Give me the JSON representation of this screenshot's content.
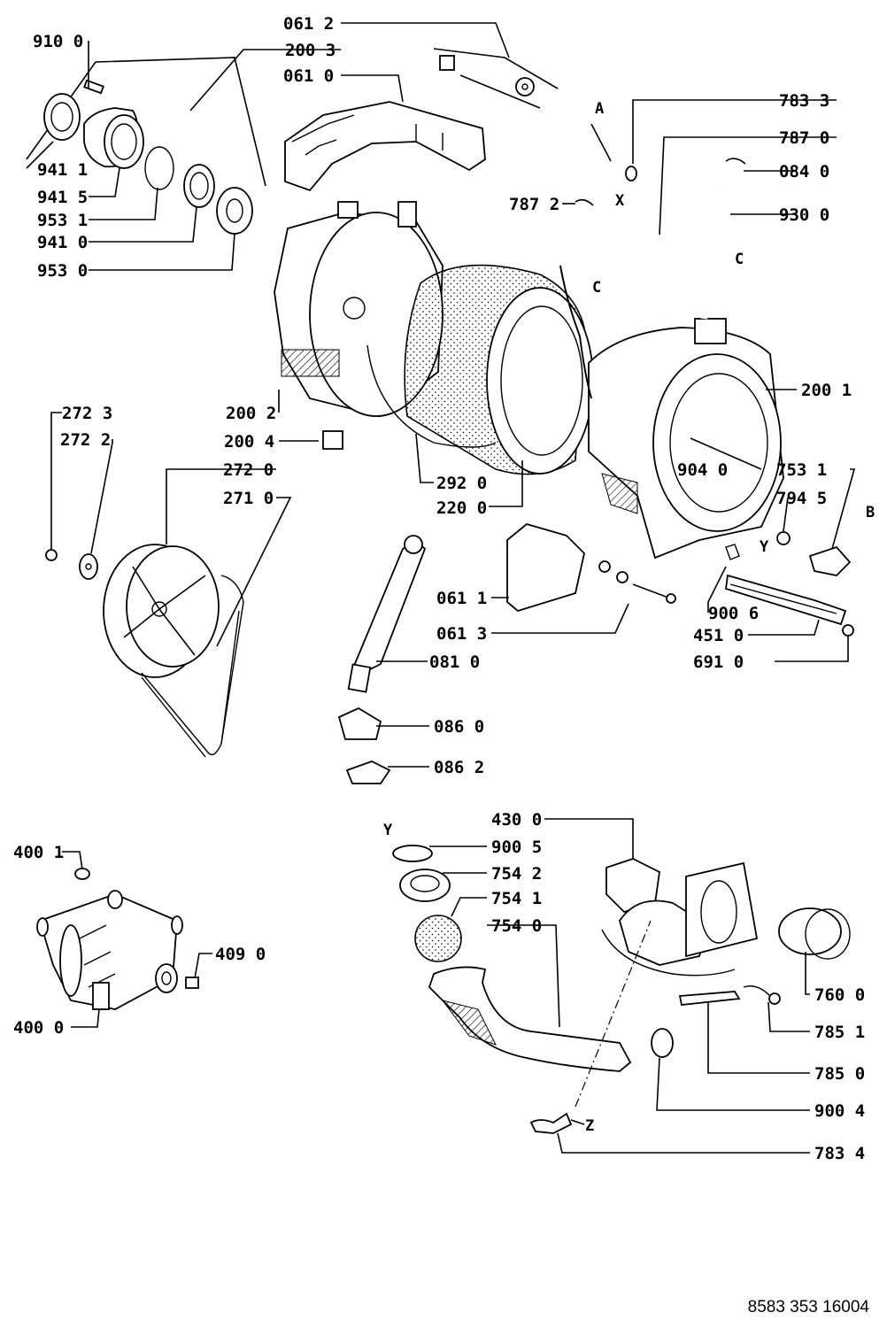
{
  "document_number": "8583 353 16004",
  "part_labels": {
    "p0612": "061 2",
    "p9100": "910 0",
    "p2003": "200 3",
    "p0610": "061 0",
    "p7833": "783 3",
    "p7870": "787 0",
    "p0840": "084 0",
    "p9411": "941 1",
    "p9415": "941 5",
    "p9531": "953 1",
    "p9410": "941 0",
    "p9530": "953 0",
    "p7872": "787 2",
    "p9300": "930 0",
    "p2001": "200 1",
    "p2723": "272 3",
    "p2722": "272 2",
    "p2002": "200 2",
    "p2004": "200 4",
    "p2720": "272 0",
    "p2710": "271 0",
    "p9040": "904 0",
    "p7531": "753 1",
    "p7945": "794 5",
    "p2920": "292 0",
    "p2200": "220 0",
    "p0611": "061 1",
    "p0613": "061 3",
    "p9006": "900 6",
    "p4510": "451 0",
    "p6910": "691 0",
    "p0810": "081 0",
    "p0860": "086 0",
    "p0862": "086 2",
    "p4300": "430 0",
    "p9005": "900 5",
    "p7542": "754 2",
    "p7541": "754 1",
    "p7540": "754 0",
    "p4001": "400 1",
    "p4090": "409 0",
    "p4000": "400 0",
    "p7600": "760 0",
    "p7851": "785 1",
    "p7850": "785 0",
    "p9004": "900 4",
    "p7834": "783 4"
  },
  "reference_letters": {
    "a": "A",
    "x": "X",
    "c1": "C",
    "c2": "C",
    "y1": "Y",
    "b": "B",
    "y2": "Y",
    "z": "Z"
  }
}
